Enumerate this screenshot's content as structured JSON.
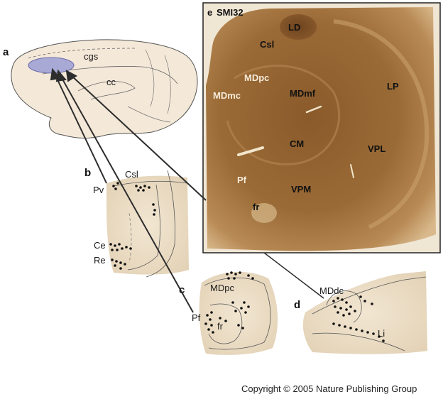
{
  "panels": {
    "a": {
      "letter": "a",
      "labels": {
        "cgs": "cgs",
        "cc": "cc"
      }
    },
    "b": {
      "letter": "b",
      "labels": {
        "pv": "Pv",
        "csl": "Csl",
        "ce": "Ce",
        "re": "Re"
      }
    },
    "c": {
      "letter": "c",
      "labels": {
        "mdpc": "MDpc",
        "pf": "Pf",
        "fr": "fr"
      }
    },
    "d": {
      "letter": "d",
      "labels": {
        "mddc": "MDdc",
        "li": "Li"
      }
    },
    "e": {
      "letter": "e",
      "stain": "SMI32",
      "labels": {
        "ld": "LD",
        "csl": "Csl",
        "mdpc": "MDpc",
        "mdmc": "MDmc",
        "mdmf": "MDmf",
        "lp": "LP",
        "cm": "CM",
        "vpl": "VPL",
        "pf": "Pf",
        "vpm": "VPM",
        "fr": "fr"
      }
    }
  },
  "colors": {
    "brain_fill": "#f4e8d8",
    "projection_area": "#a9a9d6",
    "section_fill": "#efe2c9",
    "stain_dark": "#8a5a2b",
    "stain_light": "#cfa874",
    "arrow": "#2d2d2d"
  },
  "copyright": "Copyright © 2005 Nature Publishing Group"
}
